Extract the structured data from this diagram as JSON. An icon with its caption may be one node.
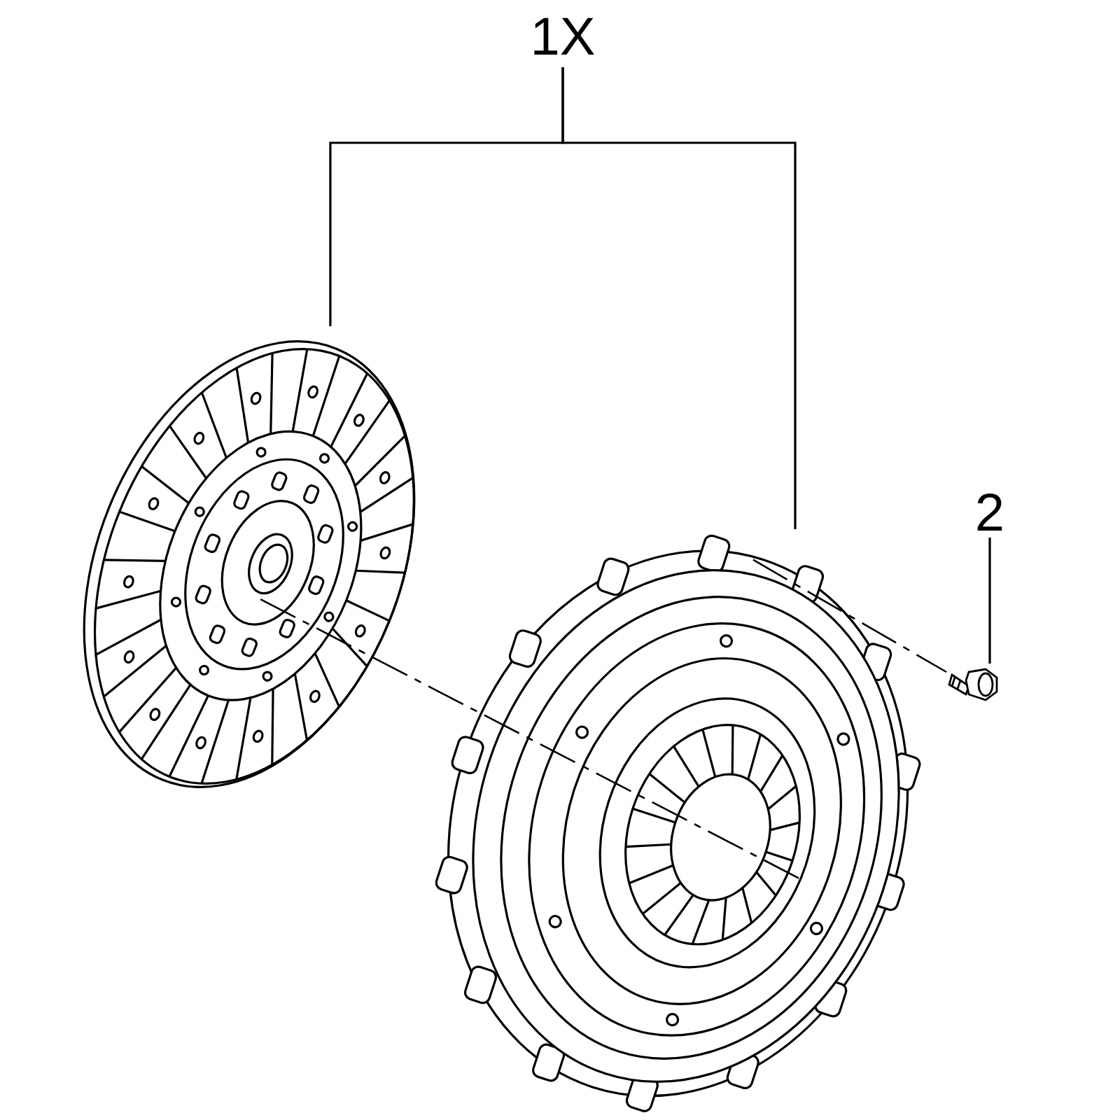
{
  "diagram": {
    "nodes": [
      {
        "text": [
          "1X"
        ]
      },
      {
        "text": [],
        "shape": "picture"
      },
      {
        "text": [],
        "shape": "picture"
      },
      {
        "text": [
          "2"
        ]
      },
      {
        "text": [],
        "shape": "picture"
      }
    ],
    "edges": [
      {
        "from": 0,
        "to": 1,
        "arrow": "none"
      },
      {
        "from": 0,
        "to": 2,
        "arrow": "none"
      },
      {
        "from": 3,
        "to": 4,
        "arrow": "none"
      },
      {
        "from": 1,
        "to": 2,
        "arrow": "none",
        "style": "dashed"
      },
      {
        "from": 2,
        "to": 4,
        "arrow": "none",
        "style": "dashed"
      }
    ]
  }
}
